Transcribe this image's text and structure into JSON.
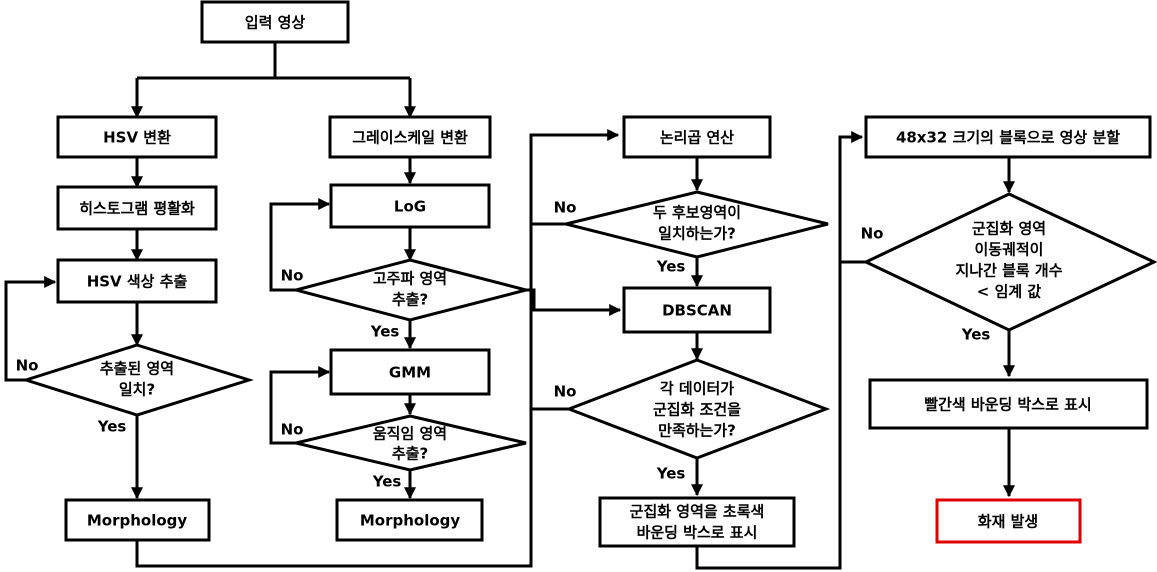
{
  "nodes": {
    "input_image": "입력 영상",
    "hsv_convert": "HSV 변환",
    "hist_eq": "히스토그램 평활화",
    "hsv_extract": "HSV 색상 추출",
    "extract_match": [
      "추출된 영역",
      "일치?"
    ],
    "morph_left": "Morphology",
    "grayscale": "그레이스케일 변환",
    "log": "LoG",
    "highfreq": [
      "고주파 영역",
      "추출?"
    ],
    "gmm": "GMM",
    "motion": [
      "움직임 영역",
      "추출?"
    ],
    "morph_mid": "Morphology",
    "logic_and": "논리곱 연산",
    "candidate_match": [
      "두 후보영역이",
      "일치하는가?"
    ],
    "dbscan": "DBSCAN",
    "data_cluster": [
      "각 데이터가",
      "군집화 조건을",
      "만족하는가?"
    ],
    "green_box": [
      "군집화 영역을 초록색",
      "바운딩 박스로 표시"
    ],
    "block_split": "48x32 크기의 블록으로 영상 분할",
    "trajectory": [
      "군집화 영역",
      "이동궤적이",
      "지나간 블록 개수",
      "< 임계 값"
    ],
    "red_box": "빨간색 바운딩 박스로 표시",
    "fire": "화재 발생"
  },
  "labels": {
    "yes": "Yes",
    "no": "No"
  },
  "colors": {
    "line": "#000000",
    "alert": "#e00000"
  }
}
